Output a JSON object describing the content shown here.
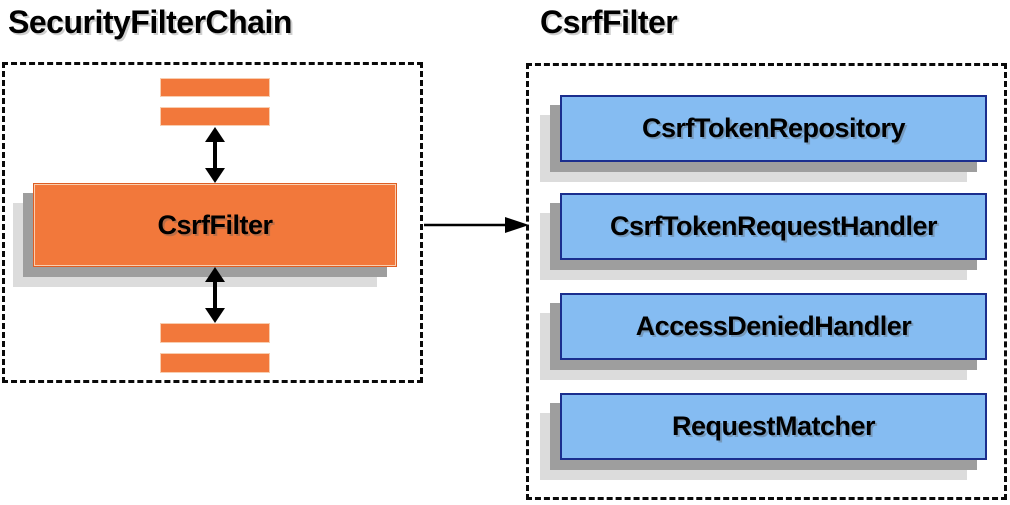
{
  "diagram": {
    "left_panel": {
      "title": "SecurityFilterChain",
      "filter_label": "CsrfFilter",
      "placeholder_bar_count": 4
    },
    "right_panel": {
      "title": "CsrfFilter",
      "components": [
        "CsrfTokenRepository",
        "CsrfTokenRequestHandler",
        "AccessDeniedHandler",
        "RequestMatcher"
      ]
    },
    "icons": {
      "vertical_connector": "double-headed-arrow-icon",
      "panel_link": "right-arrow-icon"
    },
    "colors": {
      "filter_fill": "#F2783B",
      "filter_border": "#DE5E24",
      "component_fill": "#85BCF2",
      "component_border": "#1B2E8E",
      "shadow_dark": "#9E9E9E",
      "shadow_light": "#DCDCDC",
      "outline": "#0A0A0A"
    }
  }
}
